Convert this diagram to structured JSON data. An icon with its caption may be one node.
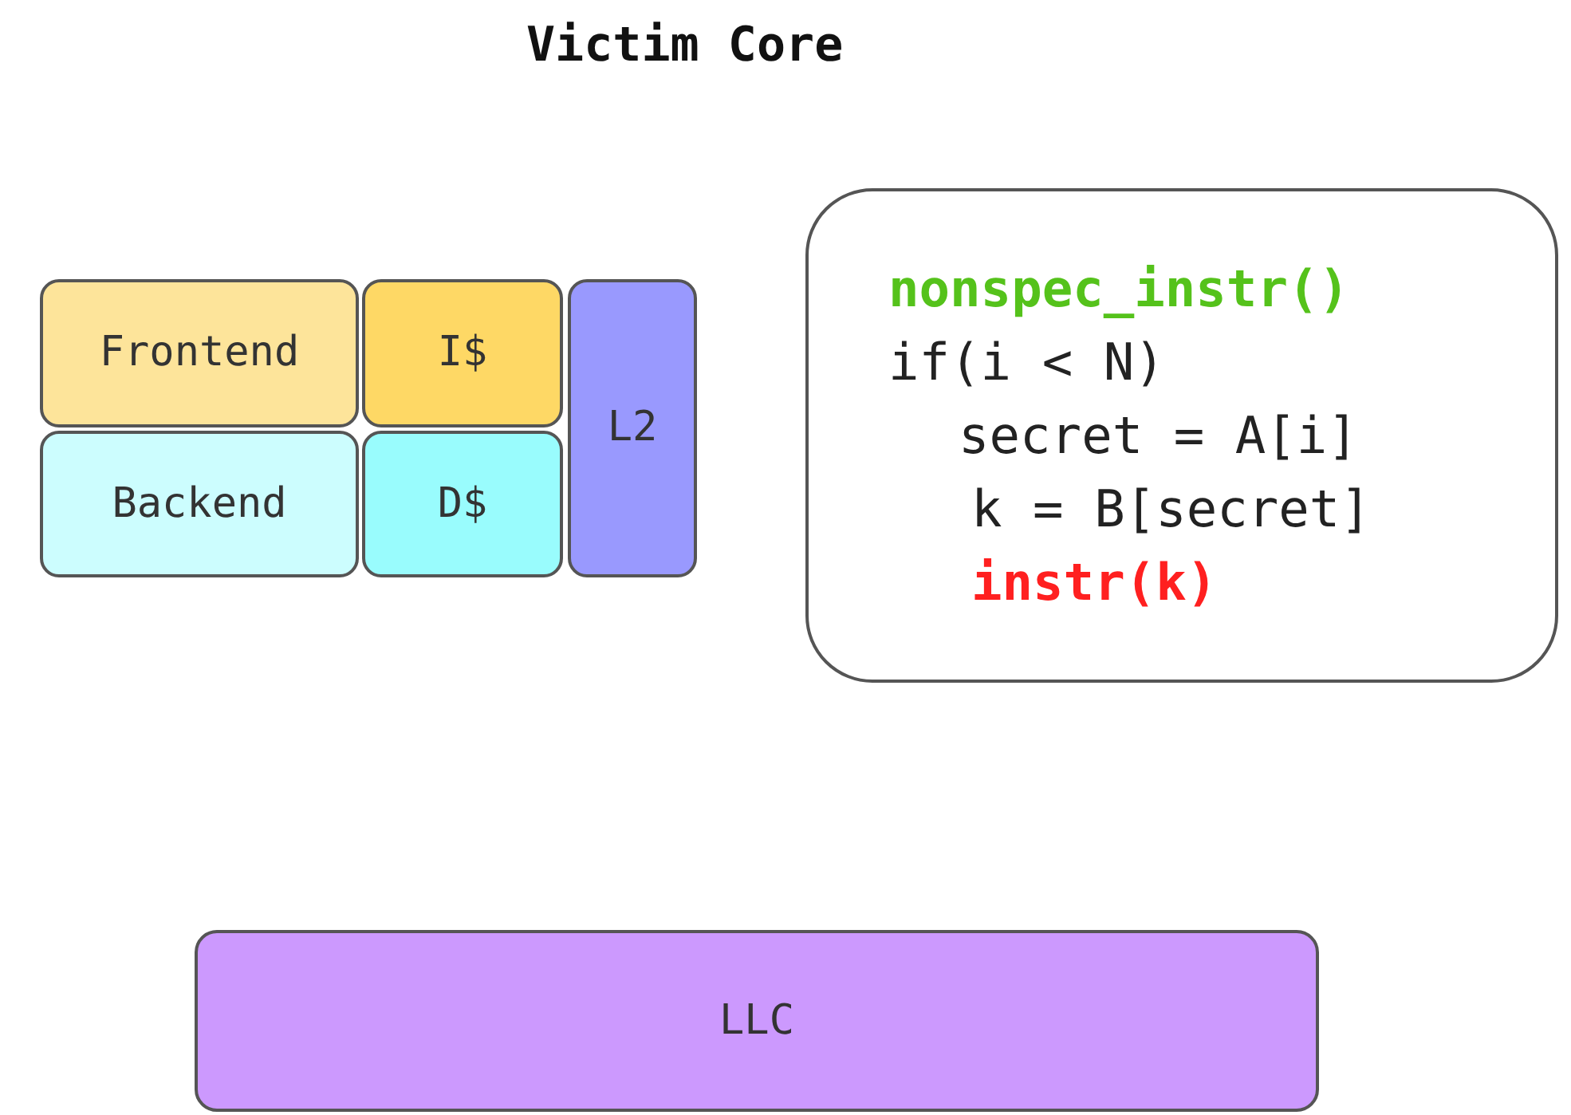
{
  "diagram": {
    "title": "Victim Core",
    "nodes": [
      {
        "text": [
          "Frontend"
        ]
      },
      {
        "text": [
          "I$"
        ]
      },
      {
        "text": [
          "Backend"
        ]
      },
      {
        "text": [
          "D$"
        ]
      },
      {
        "text": [
          "L2"
        ]
      },
      {
        "text": [
          "nonspec_instr()",
          "if(i < N)",
          "secret = A[i]",
          "k = B[secret]",
          "instr(k)"
        ]
      },
      {
        "text": [
          "LLC"
        ]
      }
    ],
    "edges": []
  }
}
